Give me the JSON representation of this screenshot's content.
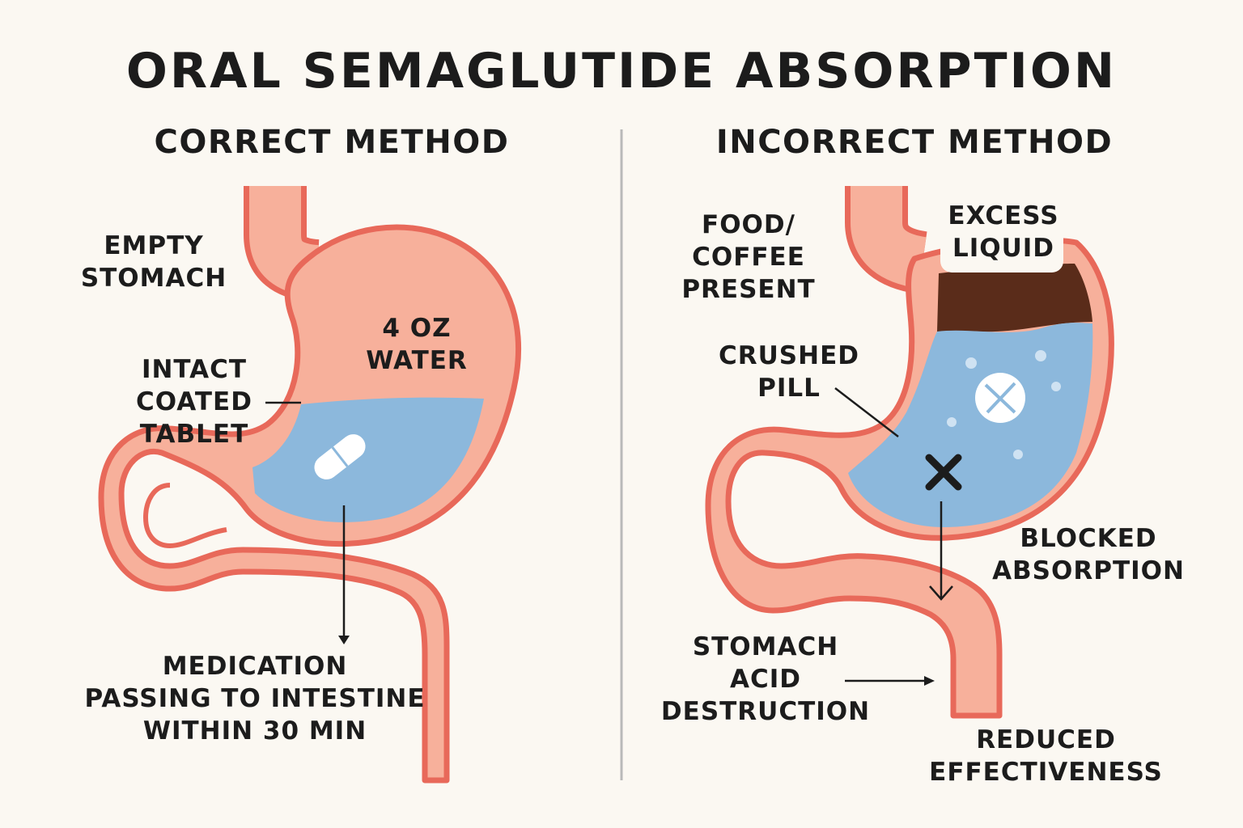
{
  "title": "ORAL SEMAGLUTIDE ABSORPTION",
  "colors": {
    "background": "#fbf8f2",
    "tissue": "#f7b09b",
    "outline": "#e8695a",
    "water": "#8cb8dc",
    "food": "#5a2c1a",
    "text": "#1c1c1c",
    "divider": "#b9b9b9"
  },
  "correct": {
    "heading": "CORRECT METHOD",
    "labels": {
      "empty_stomach": "EMPTY\nSTOMACH",
      "water": "4 OZ\nWATER",
      "tablet": "INTACT\nCOATED\nTABLET",
      "passing": "MEDICATION\nPASSING TO INTESTINE\nWITHIN 30 MIN"
    },
    "icons": {
      "pill": "capsule-pill-icon",
      "arrow": "down-arrow-icon"
    }
  },
  "incorrect": {
    "heading": "INCORRECT METHOD",
    "labels": {
      "food": "FOOD/\nCOFFEE\nPRESENT",
      "liquid": "EXCESS\nLIQUID",
      "crushed": "CRUSHED\nPILL",
      "blocked": "BLOCKED\nABSORPTION",
      "acid": "STOMACH\nACID\nDESTRUCTION",
      "reduced": "REDUCED\nEFFECTIVENESS"
    },
    "icons": {
      "pill": "crushed-pill-icon",
      "block": "x-mark-icon",
      "arrow": "down-arrow-icon"
    }
  }
}
